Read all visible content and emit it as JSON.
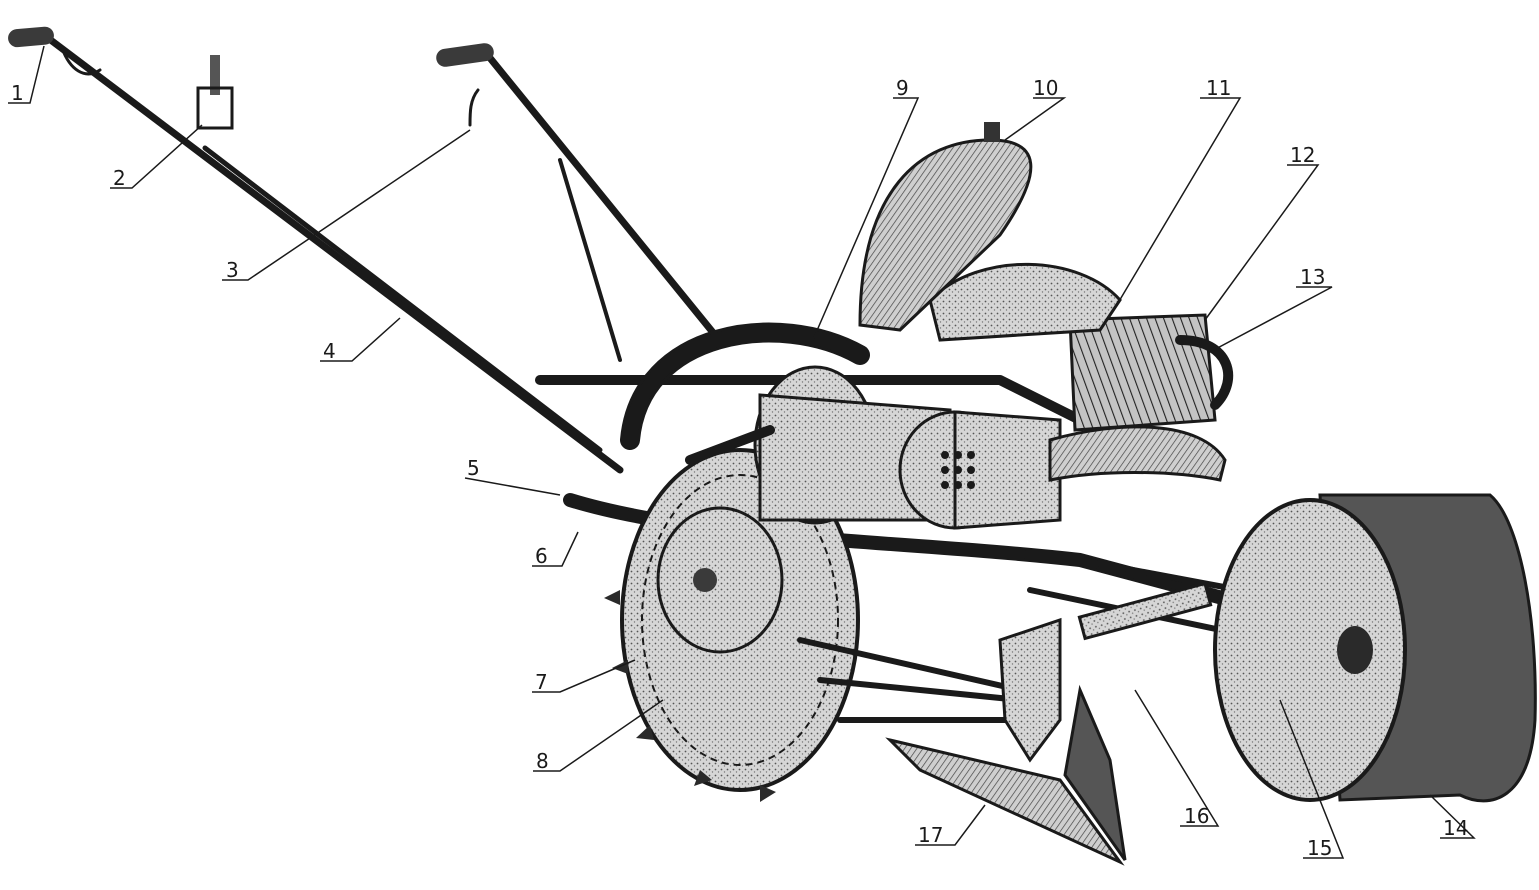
{
  "callouts": {
    "c1": "1",
    "c2": "2",
    "c3": "3",
    "c4": "4",
    "c5": "5",
    "c6": "6",
    "c7": "7",
    "c8": "8",
    "c9": "9",
    "c10": "10",
    "c11": "11",
    "c12": "12",
    "c13": "13",
    "c14": "14",
    "c15": "15",
    "c16": "16",
    "c17": "17"
  },
  "colors": {
    "ink": "#1a1a1a",
    "paper": "#ffffff",
    "shade": "#bdbdbd",
    "dark": "#6e6e6e"
  }
}
